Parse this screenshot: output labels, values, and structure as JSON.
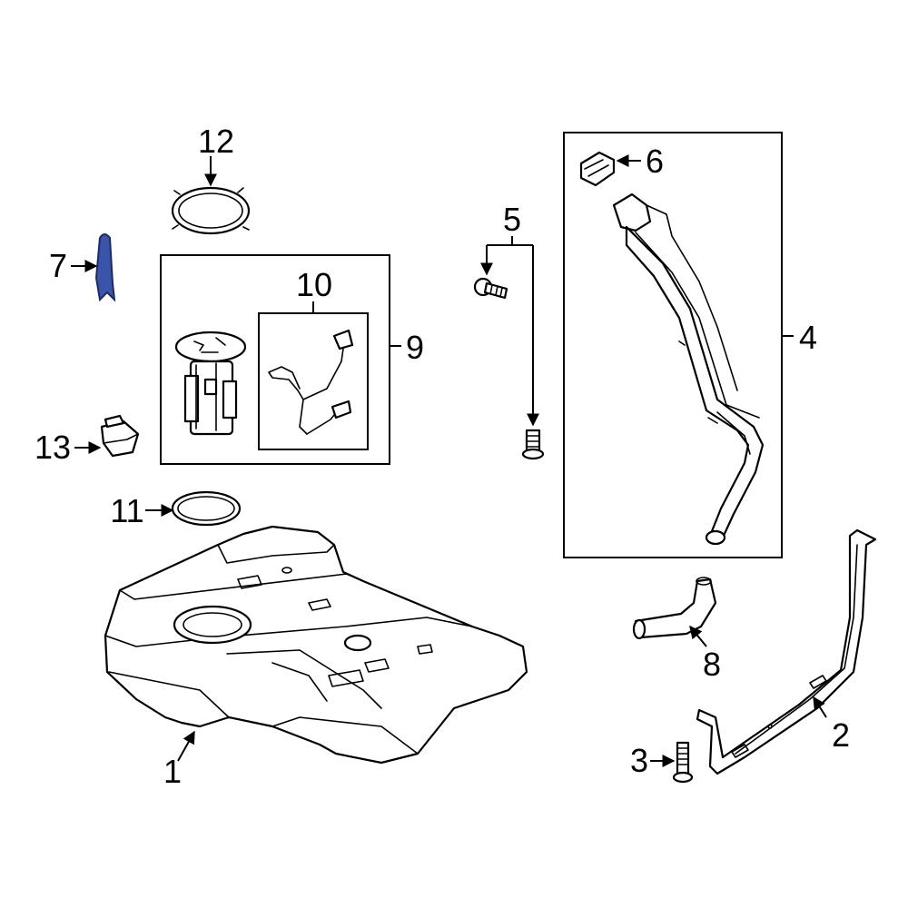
{
  "colors": {
    "line": "#000000",
    "background": "#ffffff",
    "highlight": "#3a55a8"
  },
  "callouts": {
    "c1": "1",
    "c2": "2",
    "c3": "3",
    "c4": "4",
    "c5": "5",
    "c6": "6",
    "c7": "7",
    "c8": "8",
    "c9": "9",
    "c10": "10",
    "c11": "11",
    "c12": "12",
    "c13": "13"
  }
}
